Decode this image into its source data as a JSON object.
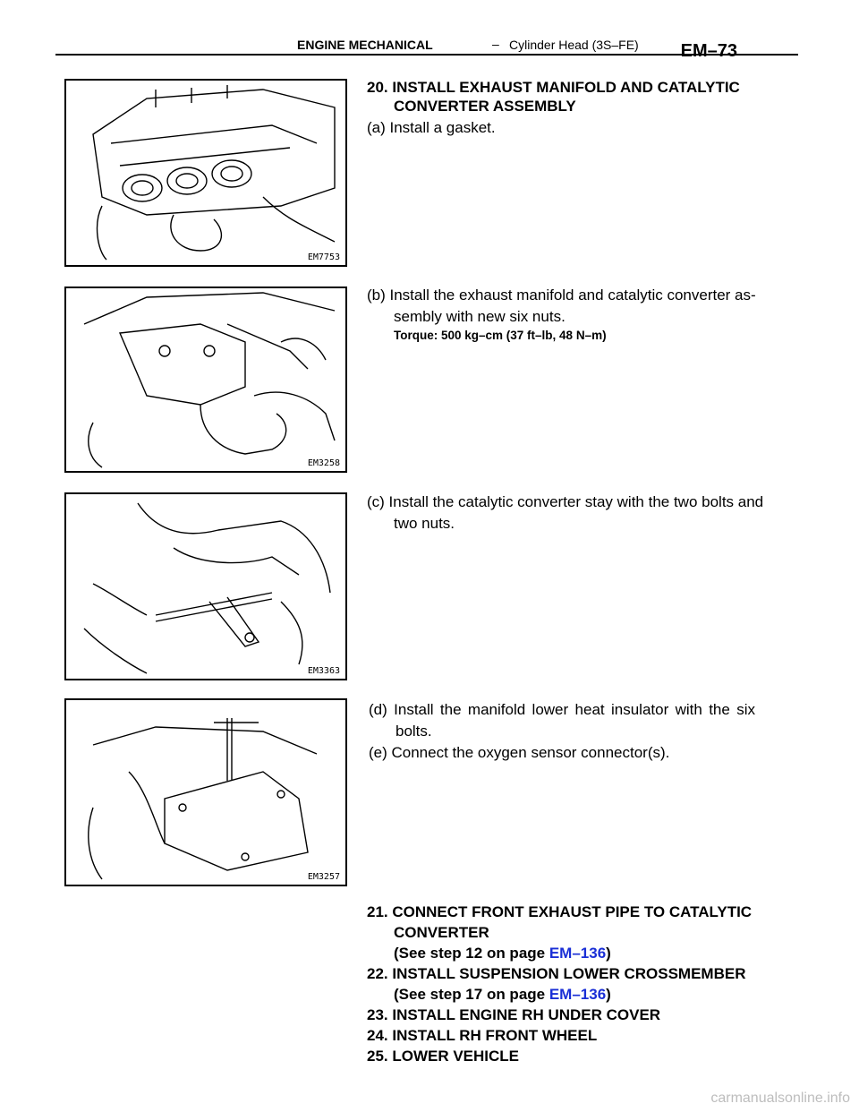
{
  "header": {
    "section": "ENGINE MECHANICAL",
    "dash": "–",
    "subsection": "Cylinder Head (3S–FE)",
    "page": "EM–73"
  },
  "figures": [
    {
      "code": "EM7753",
      "icon": "exhaust-gasket-illustration"
    },
    {
      "code": "EM3258",
      "icon": "manifold-install-illustration"
    },
    {
      "code": "EM3363",
      "icon": "converter-stay-illustration"
    },
    {
      "code": "EM3257",
      "icon": "heat-insulator-illustration"
    }
  ],
  "step20": {
    "title1": "20. INSTALL EXHAUST MANIFOLD AND CATALYTIC",
    "title2": "CONVERTER ASSEMBLY",
    "a": "(a) Install a gasket.",
    "b1": "(b) Install the exhaust manifold and catalytic converter as-",
    "b2": "sembly with new six nuts.",
    "torque": "Torque: 500 kg–cm (37 ft–lb, 48 N–m)",
    "c1": "(c) Install the catalytic converter stay with the two bolts and",
    "c2": "two nuts.",
    "d1": "(d) Install the manifold lower heat insulator with the six",
    "d2": "bolts.",
    "e": "(e) Connect the oxygen sensor connector(s)."
  },
  "steps": {
    "s21_1": "21. CONNECT FRONT EXHAUST PIPE TO CATALYTIC",
    "s21_2": "CONVERTER",
    "s21_ref_pre": "(See step 12 on page ",
    "s21_link": "EM–136",
    "s21_ref_post": ")",
    "s22": "22. INSTALL SUSPENSION LOWER CROSSMEMBER",
    "s22_ref_pre": "(See step 17 on page ",
    "s22_link": "EM–136",
    "s22_ref_post": ")",
    "s23": "23. INSTALL ENGINE RH UNDER COVER",
    "s24": "24. INSTALL RH FRONT WHEEL",
    "s25": "25. LOWER VEHICLE"
  },
  "watermark": "carmanualsonline.info",
  "colors": {
    "link": "#1a2fd6",
    "watermark": "#bdbdbd"
  }
}
